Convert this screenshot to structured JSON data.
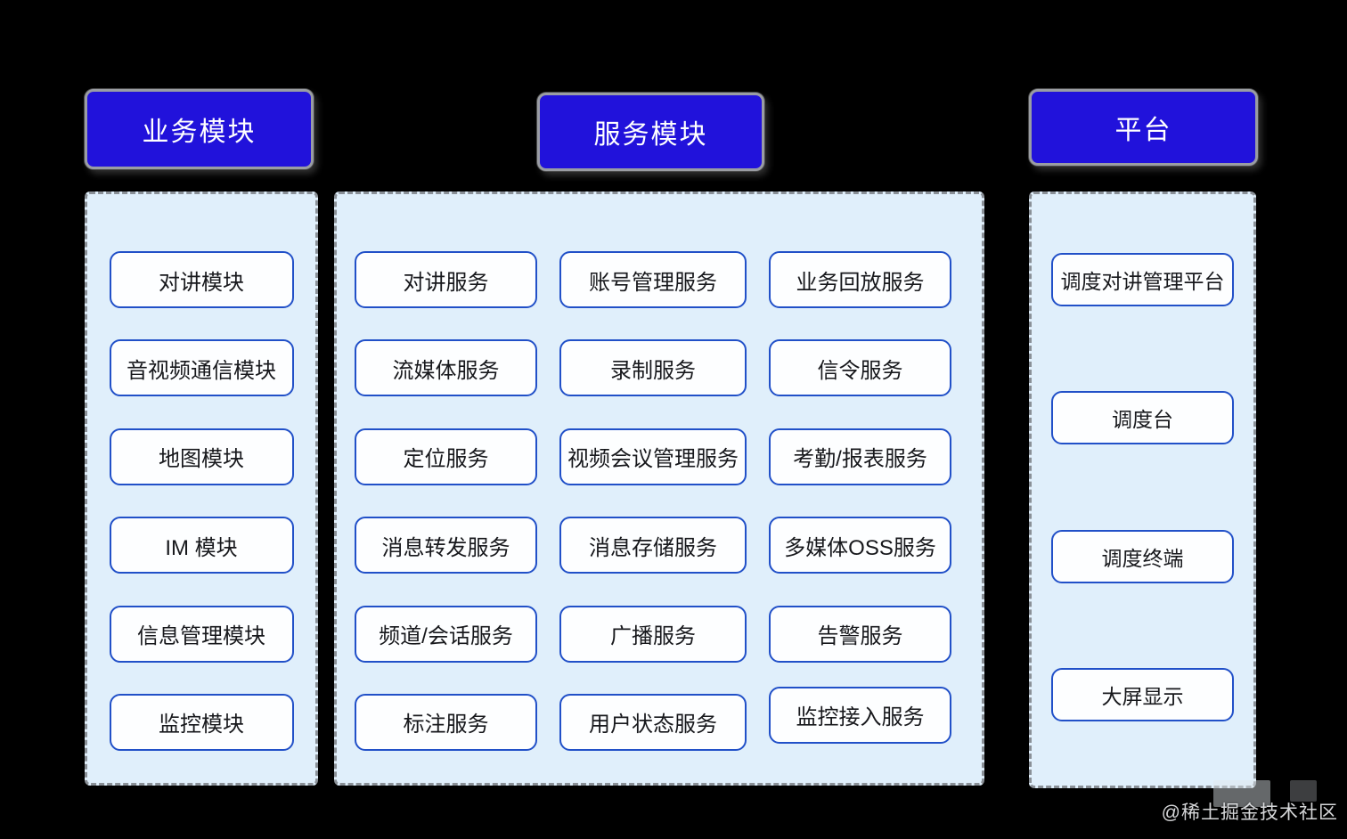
{
  "page": {
    "watermark": "@稀土掘金技术社区"
  },
  "colors": {
    "page_bg": "#000000",
    "header_bg": "#2112db",
    "header_text": "#ffffff",
    "header_border": "#9a9da3",
    "panel_bg": "#e0effb",
    "panel_dashed_border": "#8a9097",
    "node_bg": "#fdfeff",
    "node_border": "#2150c8",
    "node_text": "#17181c"
  },
  "groups": [
    {
      "title": "业务模块",
      "items": [
        "对讲模块",
        "音视频通信模块",
        "地图模块",
        "IM 模块",
        "信息管理模块",
        "监控模块"
      ]
    },
    {
      "title": "服务模块",
      "rows": [
        [
          "对讲服务",
          "账号管理服务",
          "业务回放服务"
        ],
        [
          "流媒体服务",
          "录制服务",
          "信令服务"
        ],
        [
          "定位服务",
          "视频会议管理服务",
          "考勤/报表服务"
        ],
        [
          "消息转发服务",
          "消息存储服务",
          "多媒体OSS服务"
        ],
        [
          "频道/会话服务",
          "广播服务",
          "告警服务"
        ],
        [
          "标注服务",
          "用户状态服务",
          "监控接入服务"
        ]
      ]
    },
    {
      "title": "平台",
      "items": [
        "调度对讲管理平台",
        "调度台",
        "调度终端",
        "大屏显示"
      ]
    }
  ]
}
